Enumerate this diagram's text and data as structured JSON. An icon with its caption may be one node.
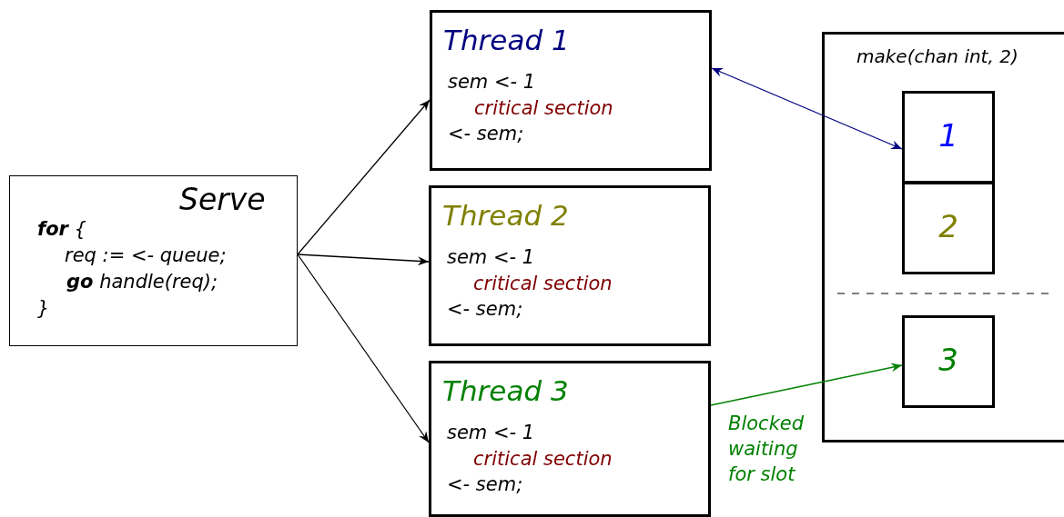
{
  "diagram": {
    "nodes": [
      {
        "text": [
          "Serve",
          "**for** {",
          "req := <- queue;",
          "**go** handle(req);",
          "}"
        ]
      },
      {
        "text": [
          "Thread 1",
          "sem <- 1",
          "critical section",
          "<- sem;"
        ]
      },
      {
        "text": [
          "Thread 2",
          "sem <- 1",
          "critical section",
          "<- sem;"
        ]
      },
      {
        "text": [
          "Thread 3",
          "sem <- 1",
          "critical section",
          "<- sem;"
        ]
      },
      {
        "text": [
          "make(chan int, 2)"
        ]
      },
      {
        "text": [
          "1"
        ],
        "in": 4
      },
      {
        "text": [
          "2"
        ],
        "in": 4
      },
      {
        "text": [
          "3"
        ],
        "in": 4
      }
    ],
    "edges": [
      {
        "from": 0,
        "to": 1,
        "arrow": "to"
      },
      {
        "from": 0,
        "to": 2,
        "arrow": "to"
      },
      {
        "from": 0,
        "to": 3,
        "arrow": "to"
      },
      {
        "from": 1,
        "to": 5,
        "arrow": "both",
        "color": "#000080"
      },
      {
        "from": 3,
        "to": 7,
        "arrow": "to",
        "color": "#008000",
        "label": "Blocked waiting for slot"
      }
    ]
  }
}
